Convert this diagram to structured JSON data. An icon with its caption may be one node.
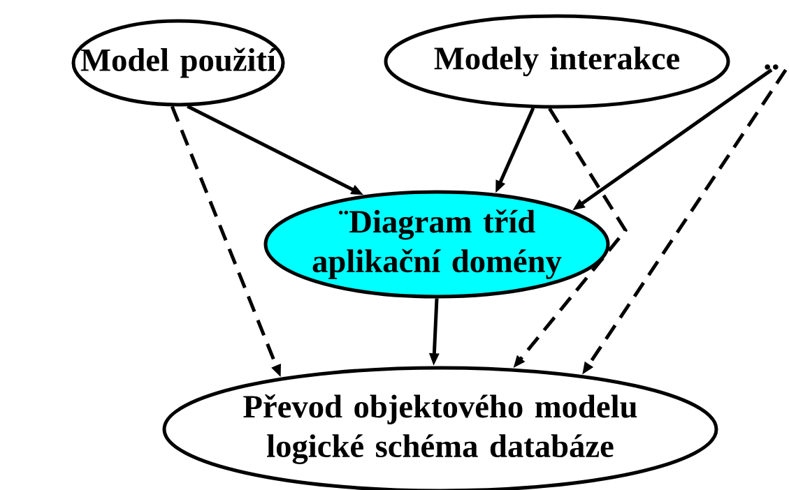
{
  "diagram": {
    "nodes": [
      {
        "text": [
          "Model použití"
        ]
      },
      {
        "text": [
          "Modely interakce"
        ]
      },
      {
        "text": [
          ".."
        ]
      },
      {
        "text": [
          "¨Diagram tříd aplikační domény"
        ]
      },
      {
        "text": [
          "Převod objektového modelu logické schéma databáze"
        ]
      }
    ],
    "edges": [
      {
        "from": 0,
        "to": 3,
        "arrow": "to"
      },
      {
        "from": 0,
        "to": 4,
        "arrow": "to",
        "style": "dashed"
      },
      {
        "from": 1,
        "to": 3,
        "arrow": "to"
      },
      {
        "from": 1,
        "to": 4,
        "arrow": "to",
        "style": "dashed"
      },
      {
        "from": 2,
        "to": 3,
        "arrow": "to"
      },
      {
        "from": 2,
        "to": 4,
        "arrow": "to",
        "style": "dashed"
      },
      {
        "from": 3,
        "to": 4,
        "arrow": "to"
      }
    ]
  }
}
